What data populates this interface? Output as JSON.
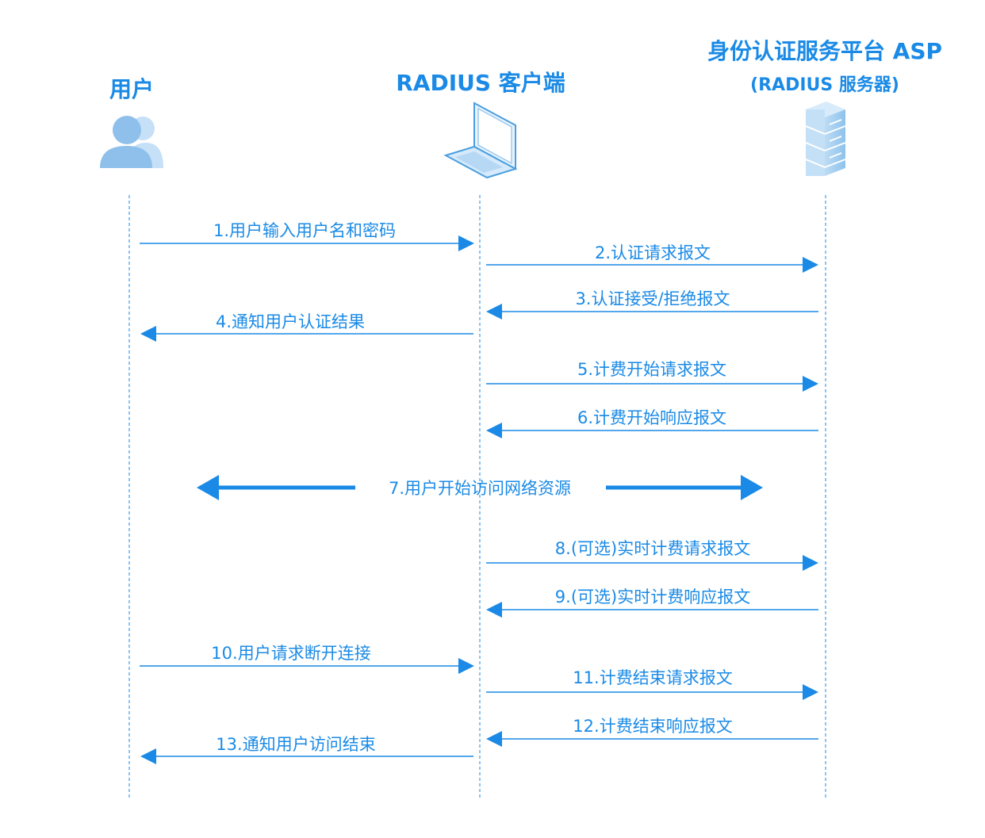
{
  "actors": {
    "user": {
      "label": "用户"
    },
    "client": {
      "label": "RADIUS 客户端"
    },
    "server": {
      "label": "身份认证服务平台 ASP",
      "sublabel": "(RADIUS 服务器)"
    }
  },
  "messages": [
    {
      "label": "1.用户输入用户名和密码",
      "from": "user",
      "to": "client"
    },
    {
      "label": "2.认证请求报文",
      "from": "client",
      "to": "server"
    },
    {
      "label": "3.认证接受/拒绝报文",
      "from": "server",
      "to": "client"
    },
    {
      "label": "4.通知用户认证结果",
      "from": "client",
      "to": "user"
    },
    {
      "label": "5.计费开始请求报文",
      "from": "client",
      "to": "server"
    },
    {
      "label": "6.计费开始响应报文",
      "from": "server",
      "to": "client"
    },
    {
      "label": "7.用户开始访问网络资源",
      "from": "user",
      "to": "server",
      "bidirectional": true
    },
    {
      "label": "8.(可选)实时计费请求报文",
      "from": "client",
      "to": "server"
    },
    {
      "label": "9.(可选)实时计费响应报文",
      "from": "server",
      "to": "client"
    },
    {
      "label": "10.用户请求断开连接",
      "from": "user",
      "to": "client"
    },
    {
      "label": "11.计费结束请求报文",
      "from": "client",
      "to": "server"
    },
    {
      "label": "12.计费结束响应报文",
      "from": "server",
      "to": "client"
    },
    {
      "label": "13.通知用户访问结束",
      "from": "client",
      "to": "user"
    }
  ],
  "icons": {
    "user": "users-icon",
    "client": "laptop-icon",
    "server": "server-rack-icon"
  },
  "colors": {
    "accent": "#1a8ae6",
    "icon_light": "#a9d0f0",
    "icon_mid": "#7fb6e6",
    "lifeline": "#1a8ae6"
  }
}
